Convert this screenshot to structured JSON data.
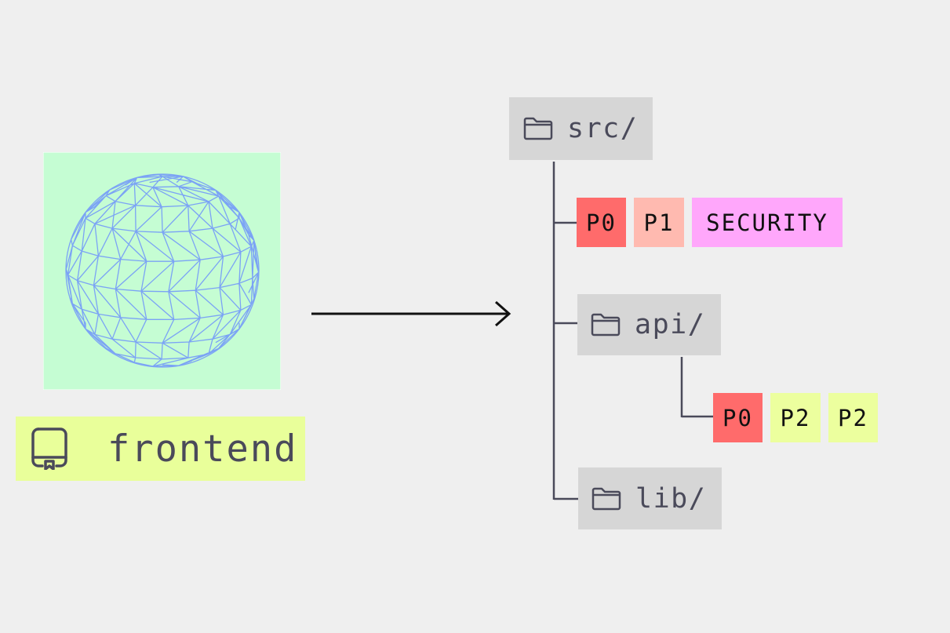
{
  "repo": {
    "name": "frontend",
    "icon": "repo-icon",
    "color": "#e9ff9a"
  },
  "tree": {
    "root": {
      "name": "src/",
      "icon": "folder-icon"
    },
    "root_tags": [
      {
        "label": "P0",
        "color": "#ff6b6b"
      },
      {
        "label": "P1",
        "color": "#ffbab0"
      },
      {
        "label": "SECURITY",
        "color": "#ffa7fb"
      }
    ],
    "children": [
      {
        "name": "api/",
        "icon": "folder-icon",
        "tags": [
          {
            "label": "P0",
            "color": "#ff6b6b"
          },
          {
            "label": "P2",
            "color": "#ecff9e"
          },
          {
            "label": "P2",
            "color": "#ecff9e"
          }
        ]
      },
      {
        "name": "lib/",
        "icon": "folder-icon"
      }
    ]
  },
  "colors": {
    "background": "#efefef",
    "folder_box": "#d6d6d6",
    "sphere_bg": "#c5fdd3",
    "sphere_wire": "#7ba3f5",
    "lines": "#4a4a5a"
  }
}
